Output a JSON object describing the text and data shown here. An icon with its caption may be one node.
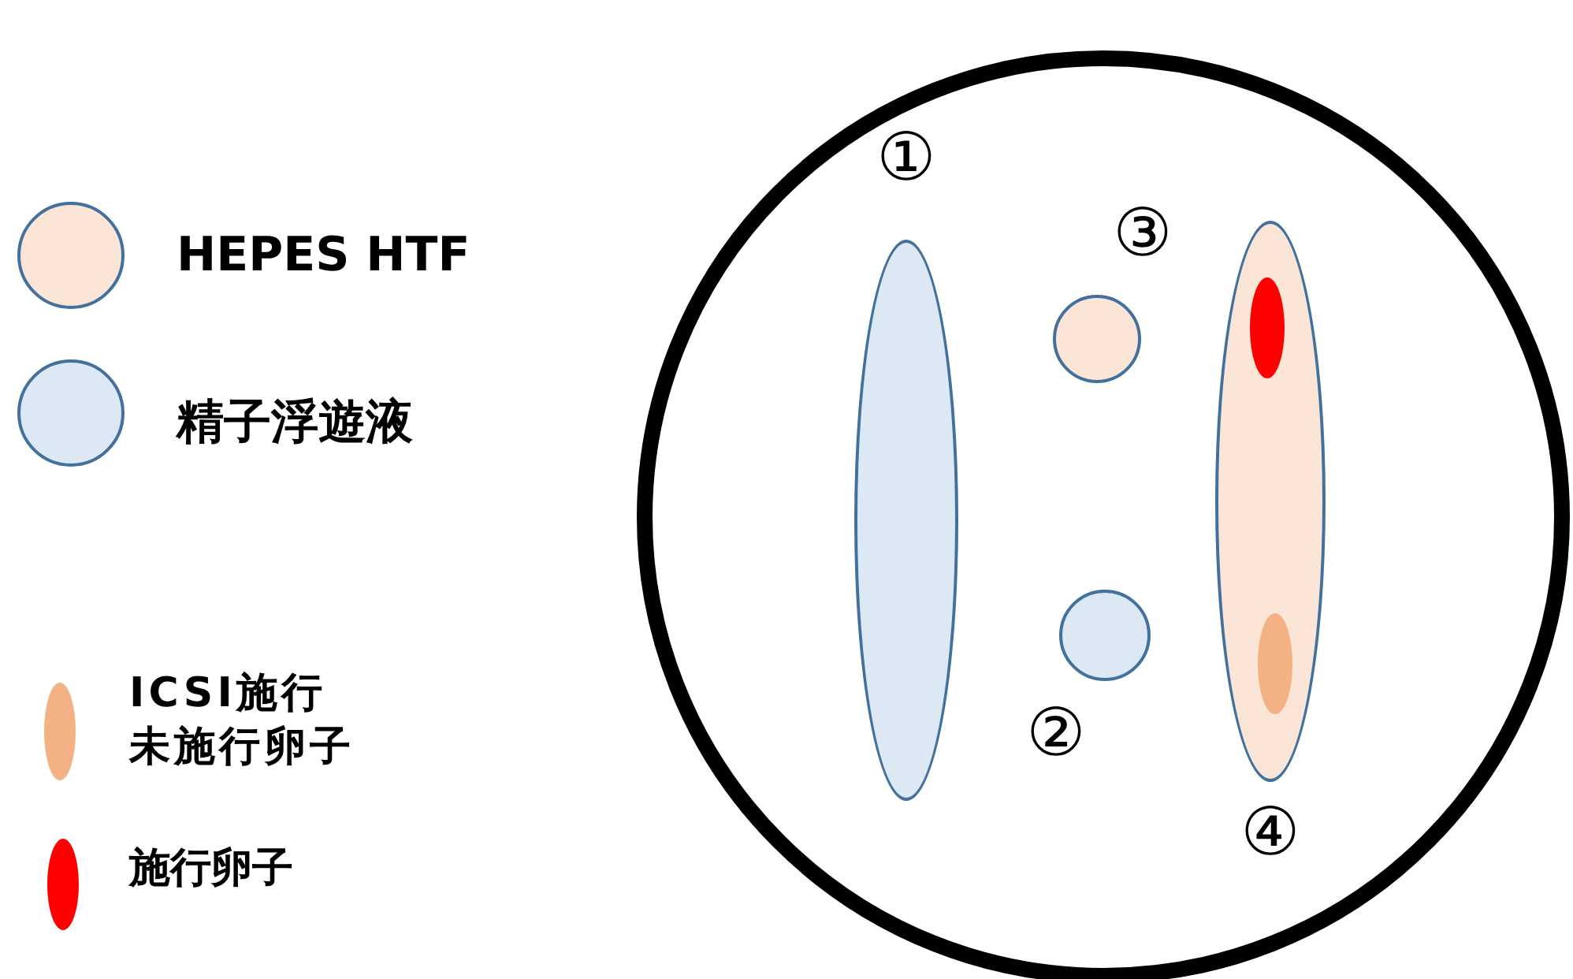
{
  "diagram": {
    "nodes": [
      {
        "text": [],
        "shape": "circle"
      },
      {
        "text": [],
        "shape": "ellipse",
        "beside": [
          "①"
        ],
        "in": 0
      },
      {
        "text": [],
        "shape": "circle",
        "beside": [
          "③"
        ],
        "in": 0
      },
      {
        "text": [],
        "shape": "circle",
        "beside": [
          "②"
        ],
        "in": 0
      },
      {
        "text": [],
        "shape": "ellipse",
        "beside": [
          "④"
        ],
        "in": 0
      },
      {
        "text": [],
        "shape": "ellipse",
        "in": 4
      },
      {
        "text": [],
        "shape": "ellipse",
        "in": 4
      }
    ],
    "legend": [
      {
        "text": "HEPES HTF",
        "color": "#fbe5d6"
      },
      {
        "text": "精子浮遊液",
        "color": "#dde8f5"
      },
      {
        "text": "ICSI施行未施行卵子",
        "color": "#f4b183"
      },
      {
        "text": "施行卵子",
        "color": "#ff0000"
      }
    ]
  }
}
